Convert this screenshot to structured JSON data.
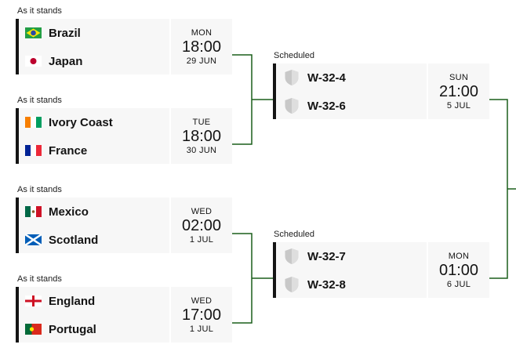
{
  "round_of_32": [
    {
      "status": "As it stands",
      "teams": [
        {
          "name": "Brazil",
          "flag": "brazil-flag-icon"
        },
        {
          "name": "Japan",
          "flag": "japan-flag-icon"
        }
      ],
      "day": "MON",
      "time": "18:00",
      "date": "29 JUN"
    },
    {
      "status": "As it stands",
      "teams": [
        {
          "name": "Ivory Coast",
          "flag": "ivory-coast-flag-icon"
        },
        {
          "name": "France",
          "flag": "france-flag-icon"
        }
      ],
      "day": "TUE",
      "time": "18:00",
      "date": "30 JUN"
    },
    {
      "status": "As it stands",
      "teams": [
        {
          "name": "Mexico",
          "flag": "mexico-flag-icon"
        },
        {
          "name": "Scotland",
          "flag": "scotland-flag-icon"
        }
      ],
      "day": "WED",
      "time": "02:00",
      "date": "1 JUL"
    },
    {
      "status": "As it stands",
      "teams": [
        {
          "name": "England",
          "flag": "england-flag-icon"
        },
        {
          "name": "Portugal",
          "flag": "portugal-flag-icon"
        }
      ],
      "day": "WED",
      "time": "17:00",
      "date": "1 JUL"
    }
  ],
  "round_of_16": [
    {
      "status": "Scheduled",
      "teams": [
        {
          "name": "W-32-4",
          "icon": "shield-placeholder-icon"
        },
        {
          "name": "W-32-6",
          "icon": "shield-placeholder-icon"
        }
      ],
      "day": "SUN",
      "time": "21:00",
      "date": "5 JUL"
    },
    {
      "status": "Scheduled",
      "teams": [
        {
          "name": "W-32-7",
          "icon": "shield-placeholder-icon"
        },
        {
          "name": "W-32-8",
          "icon": "shield-placeholder-icon"
        }
      ],
      "day": "MON",
      "time": "01:00",
      "date": "6 JUL"
    }
  ],
  "colors": {
    "connector": "#1a5e1a",
    "card_bg": "#f7f7f7",
    "accent_bar": "#141414",
    "shield": "#c8c8c8"
  }
}
